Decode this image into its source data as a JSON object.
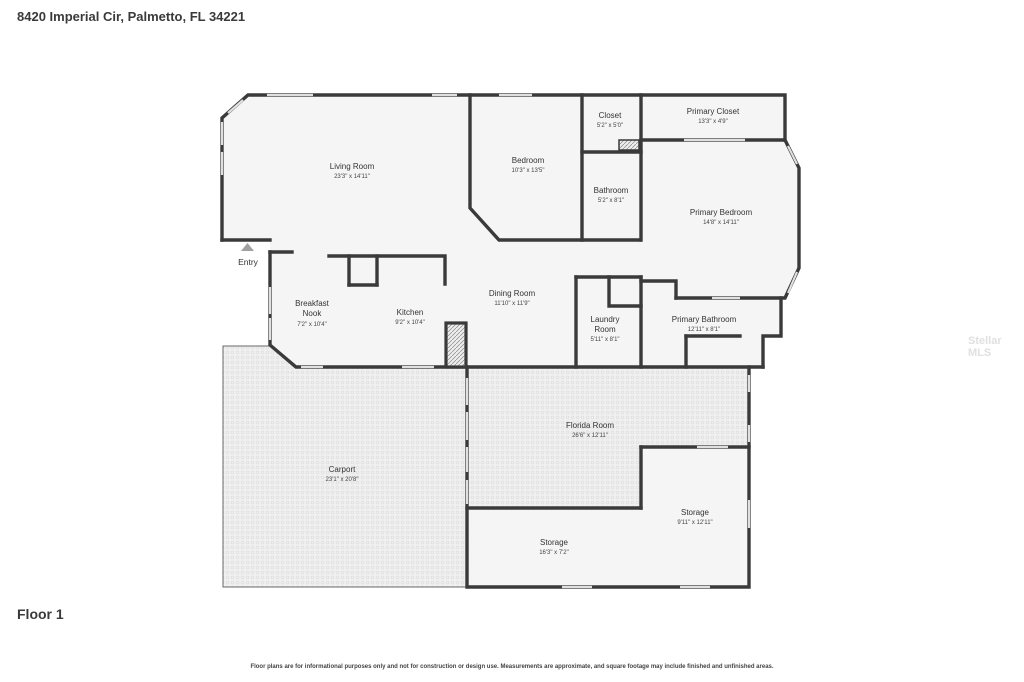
{
  "header": {
    "address": "8420 Imperial Cir, Palmetto, FL 34221"
  },
  "floor": {
    "label": "Floor 1"
  },
  "entry": {
    "label": "Entry"
  },
  "rooms": [
    {
      "id": "living-room",
      "name": "Living Room",
      "dims": "23'3\" x 14'11\""
    },
    {
      "id": "bedroom",
      "name": "Bedroom",
      "dims": "10'3\" x 13'5\""
    },
    {
      "id": "closet",
      "name": "Closet",
      "dims": "5'2\" x 5'0\""
    },
    {
      "id": "primary-closet",
      "name": "Primary Closet",
      "dims": "13'3\" x 4'9\""
    },
    {
      "id": "bathroom",
      "name": "Bathroom",
      "dims": "5'2\" x 8'1\""
    },
    {
      "id": "primary-bedroom",
      "name": "Primary Bedroom",
      "dims": "14'8\" x 14'11\""
    },
    {
      "id": "breakfast-nook",
      "name_lines": [
        "Breakfast",
        "Nook"
      ],
      "dims": "7'2\" x 10'4\""
    },
    {
      "id": "kitchen",
      "name": "Kitchen",
      "dims": "9'2\" x 10'4\""
    },
    {
      "id": "dining-room",
      "name": "Dining Room",
      "dims": "11'10\" x 11'9\""
    },
    {
      "id": "laundry-room",
      "name_lines": [
        "Laundry",
        "Room"
      ],
      "dims": "5'11\" x 8'1\""
    },
    {
      "id": "primary-bathroom",
      "name": "Primary Bathroom",
      "dims": "12'11\" x 8'1\""
    },
    {
      "id": "florida-room",
      "name": "Florida Room",
      "dims": "26'6\" x 12'11\""
    },
    {
      "id": "carport",
      "name": "Carport",
      "dims": "23'1\" x 20'8\""
    },
    {
      "id": "storage-right",
      "name": "Storage",
      "dims": "9'11\" x 12'11\""
    },
    {
      "id": "storage-bottom",
      "name": "Storage",
      "dims": "16'3\" x 7'2\""
    }
  ],
  "footer": {
    "disclaimer": "Floor plans are for informational purposes only and not for construction or design use. Measurements are approximate, and square footage may include finished and unfinished areas."
  },
  "watermark": {
    "text": "Stellar MLS"
  },
  "colors": {
    "wall": "#3a3a3a",
    "floor": "#f5f5f5",
    "window": "#e0e0e0",
    "outdoor": "#f0f0f0"
  }
}
